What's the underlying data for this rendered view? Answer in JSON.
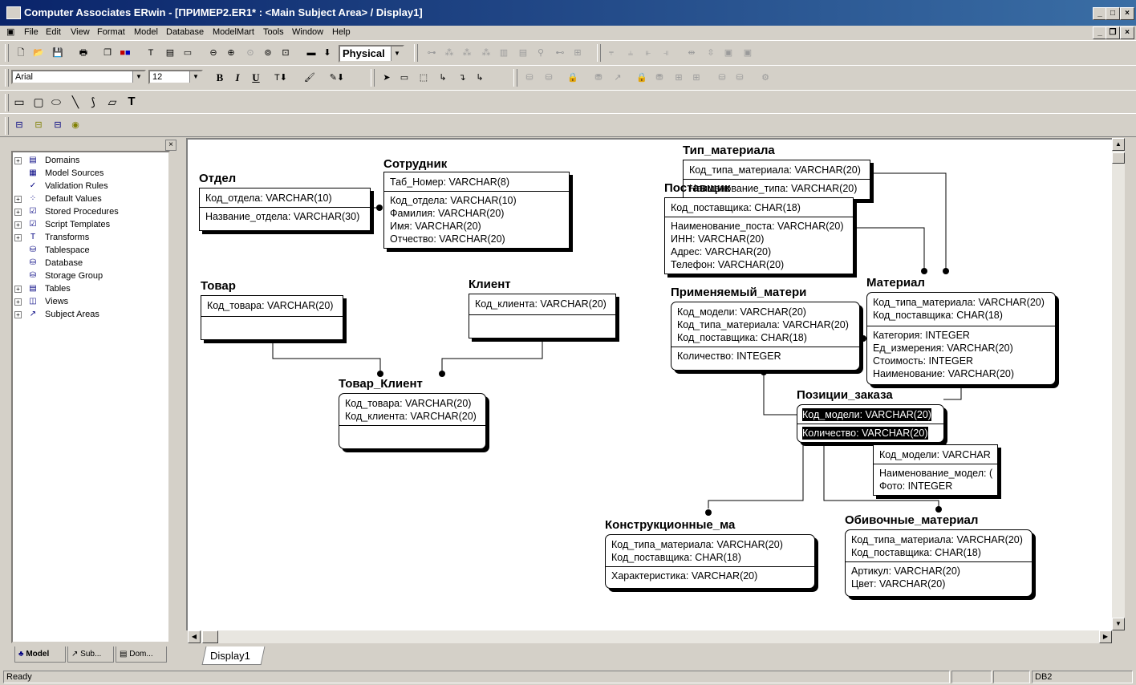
{
  "window": {
    "title": "Computer Associates ERwin - [ПРИМЕР2.ER1* : <Main Subject Area> / Display1]",
    "controls": [
      "_",
      "□",
      "×"
    ]
  },
  "menu": [
    "File",
    "Edit",
    "View",
    "Format",
    "Model",
    "Database",
    "ModelMart",
    "Tools",
    "Window",
    "Help"
  ],
  "toolbar": {
    "view_mode": "Physical",
    "font_name": "Arial",
    "font_size": "12",
    "bold": "B",
    "italic": "I",
    "underline": "U",
    "text_tool": "T"
  },
  "tree": {
    "items": [
      {
        "label": "Domains",
        "icon": "domains-icon",
        "expandable": true
      },
      {
        "label": "Model Sources",
        "icon": "model-sources-icon",
        "expandable": false
      },
      {
        "label": "Validation Rules",
        "icon": "validation-rules-icon",
        "expandable": false
      },
      {
        "label": "Default Values",
        "icon": "default-values-icon",
        "expandable": true
      },
      {
        "label": "Stored Procedures",
        "icon": "stored-procedures-icon",
        "expandable": true
      },
      {
        "label": "Script Templates",
        "icon": "script-templates-icon",
        "expandable": true
      },
      {
        "label": "Transforms",
        "icon": "transforms-icon",
        "expandable": true
      },
      {
        "label": "Tablespace",
        "icon": "tablespace-icon",
        "expandable": false
      },
      {
        "label": "Database",
        "icon": "database-icon",
        "expandable": false
      },
      {
        "label": "Storage Group",
        "icon": "storage-group-icon",
        "expandable": false
      },
      {
        "label": "Tables",
        "icon": "tables-icon",
        "expandable": true
      },
      {
        "label": "Views",
        "icon": "views-icon",
        "expandable": true
      },
      {
        "label": "Subject Areas",
        "icon": "subject-areas-icon",
        "expandable": true
      }
    ],
    "tabs": [
      "Model",
      "Sub...",
      "Dom..."
    ]
  },
  "diagram": {
    "tab": "Display1",
    "entities": {
      "otdel": {
        "name": "Отдел",
        "keys": [
          "Код_отдела: VARCHAR(10)"
        ],
        "attrs": [
          "Название_отдела: VARCHAR(30)"
        ]
      },
      "sotrudnik": {
        "name": "Сотрудник",
        "keys": [
          "Таб_Номер: VARCHAR(8)"
        ],
        "attrs": [
          "Код_отдела: VARCHAR(10)",
          "Фамилия: VARCHAR(20)",
          "Имя: VARCHAR(20)",
          "Отчество: VARCHAR(20)"
        ]
      },
      "tovar": {
        "name": "Товар",
        "keys": [
          "Код_товара: VARCHAR(20)"
        ],
        "attrs": []
      },
      "klient": {
        "name": "Клиент",
        "keys": [
          "Код_клиента: VARCHAR(20)"
        ],
        "attrs": []
      },
      "tovar_klient": {
        "name": "Товар_Клиент",
        "keys": [
          "Код_товара: VARCHAR(20)",
          "Код_клиента: VARCHAR(20)"
        ],
        "attrs": []
      },
      "tip_materiala": {
        "name": "Тип_материала",
        "keys": [
          "Код_типа_материала: VARCHAR(20)"
        ],
        "attrs": [
          "Наименование_типа: VARCHAR(20)"
        ]
      },
      "postavshchik": {
        "name": "Поставщик",
        "keys": [
          "Код_поставщика: CHAR(18)"
        ],
        "attrs": [
          "Наименование_поста: VARCHAR(20)",
          "ИНН: VARCHAR(20)",
          "Адрес: VARCHAR(20)",
          "Телефон: VARCHAR(20)"
        ]
      },
      "primenyaemyy": {
        "name": "Применяемый_матери",
        "keys": [
          "Код_модели: VARCHAR(20)",
          "Код_типа_материала: VARCHAR(20)",
          "Код_поставщика: CHAR(18)"
        ],
        "attrs": [
          "Количество: INTEGER"
        ]
      },
      "material": {
        "name": "Материал",
        "keys": [
          "Код_типа_материала: VARCHAR(20)",
          "Код_поставщика: CHAR(18)"
        ],
        "attrs": [
          "Категория: INTEGER",
          "Ед_измерения: VARCHAR(20)",
          "Стоимость: INTEGER",
          "Наименование: VARCHAR(20)"
        ]
      },
      "pozicii_zakaza": {
        "name": "Позиции_заказа",
        "keys": [
          "Код_модели: VARCHAR(20)"
        ],
        "attrs": [
          "Количество: VARCHAR(20)"
        ]
      },
      "model": {
        "name": "",
        "keys": [
          "Код_модели: VARCHAR"
        ],
        "attrs": [
          "Наименование_модел: (",
          "Фото: INTEGER"
        ]
      },
      "konstrukcionnye": {
        "name": "Конструкционные_ма",
        "keys": [
          "Код_типа_материала: VARCHAR(20)",
          "Код_поставщика: CHAR(18)"
        ],
        "attrs": [
          "Характеристика: VARCHAR(20)"
        ]
      },
      "obivochnye": {
        "name": "Обивочные_материал",
        "keys": [
          "Код_типа_материала: VARCHAR(20)",
          "Код_поставщика: CHAR(18)"
        ],
        "attrs": [
          "Артикул: VARCHAR(20)",
          "Цвет: VARCHAR(20)"
        ]
      }
    }
  },
  "status": {
    "left": "Ready",
    "db": "DB2"
  }
}
